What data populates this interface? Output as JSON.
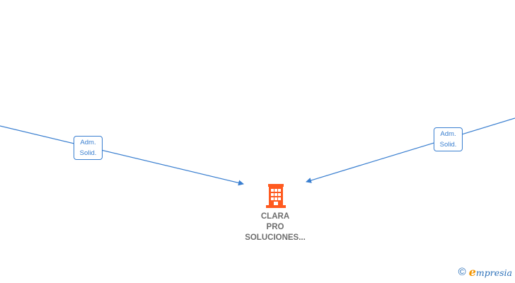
{
  "edges": [
    {
      "id": "left",
      "label_line1": "Adm.",
      "label_line2": "Solid."
    },
    {
      "id": "right",
      "label_line1": "Adm.",
      "label_line2": "Solid."
    }
  ],
  "company": {
    "name_line1": "CLARA",
    "name_line2": "PRO",
    "name_line3": "SOLUCIONES...",
    "icon": "building-icon",
    "icon_color": "#ff5a1f"
  },
  "brand": {
    "copyright_symbol": "©",
    "first_letter": "e",
    "rest": "mpresia",
    "colors": {
      "primary": "#2a6fb8",
      "accent": "#f29400"
    }
  },
  "colors": {
    "edge": "#3a7fd0",
    "label_text": "#3a7fd0",
    "node_text": "#6e6e6e"
  }
}
